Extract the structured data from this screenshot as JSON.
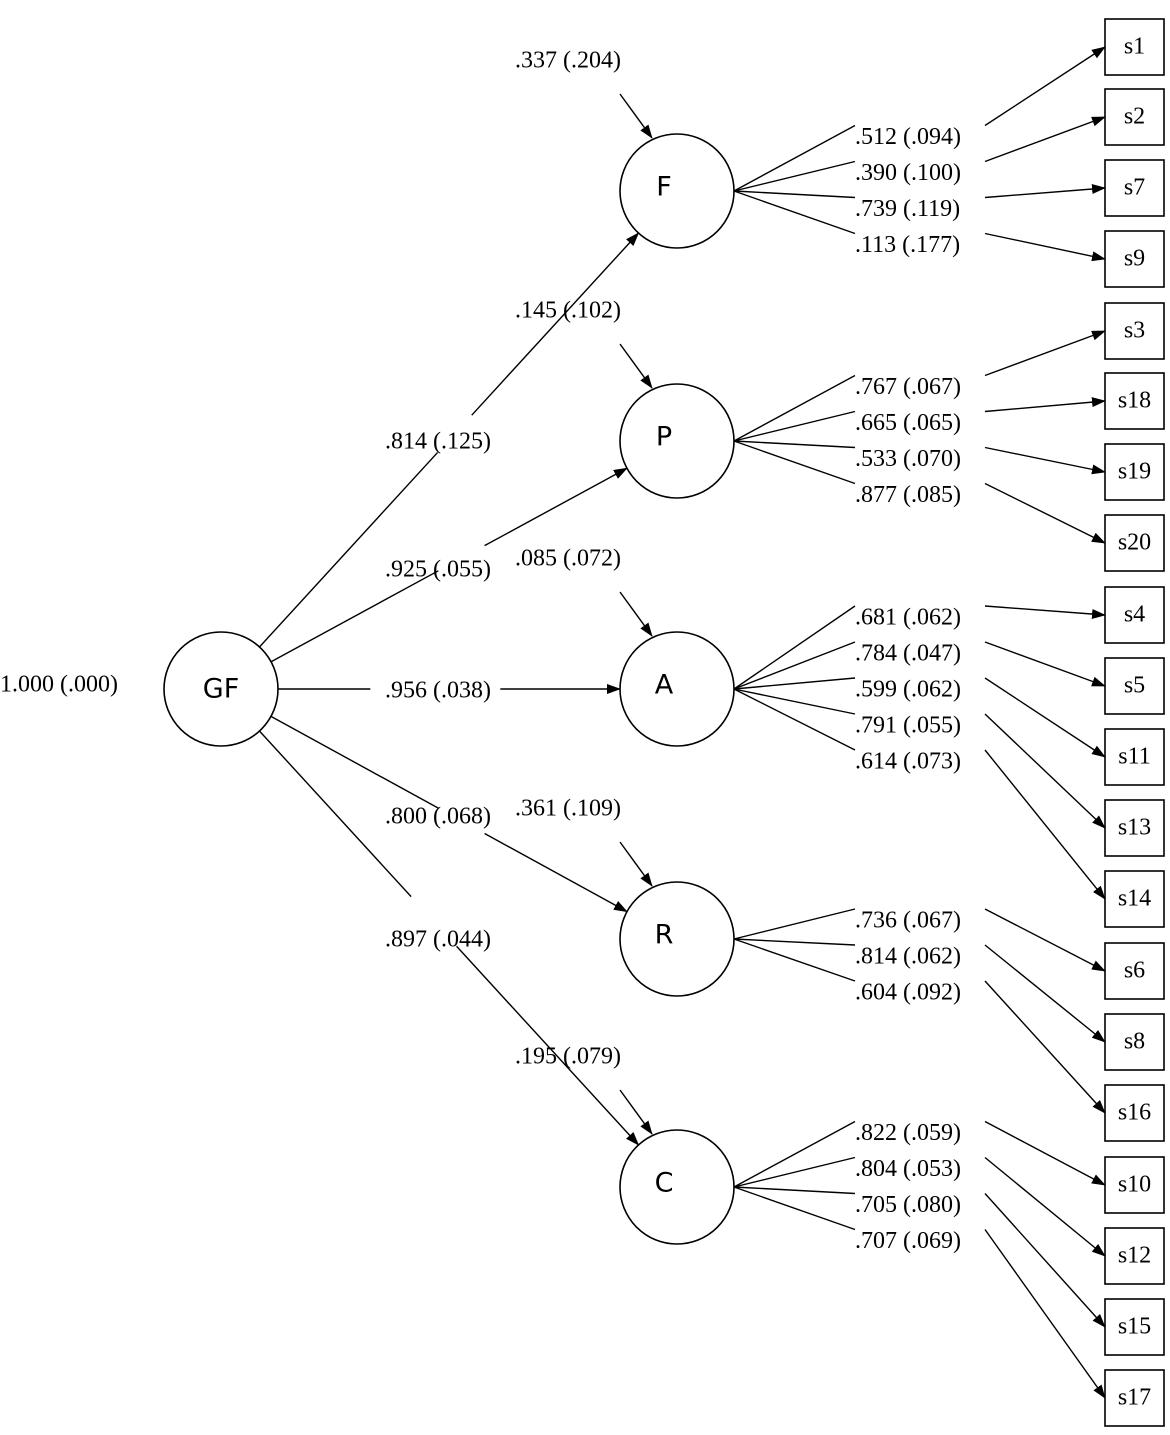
{
  "root": {
    "name": "GF",
    "label": "1.000 (.000)"
  },
  "factors": [
    {
      "name": "F",
      "residual": ".337 (.204)",
      "loading": ".814 (.125)",
      "indicators": [
        {
          "name": "s1",
          "label": ".512 (.094)"
        },
        {
          "name": "s2",
          "label": ".390 (.100)"
        },
        {
          "name": "s7",
          "label": ".739 (.119)"
        },
        {
          "name": "s9",
          "label": ".113 (.177)"
        }
      ]
    },
    {
      "name": "P",
      "residual": ".145 (.102)",
      "loading": ".925 (.055)",
      "indicators": [
        {
          "name": "s3",
          "label": ".767 (.067)"
        },
        {
          "name": "s18",
          "label": ".665 (.065)"
        },
        {
          "name": "s19",
          "label": ".533 (.070)"
        },
        {
          "name": "s20",
          "label": ".877 (.085)"
        }
      ]
    },
    {
      "name": "A",
      "residual": ".085 (.072)",
      "loading": ".956 (.038)",
      "indicators": [
        {
          "name": "s4",
          "label": ".681 (.062)"
        },
        {
          "name": "s5",
          "label": ".784 (.047)"
        },
        {
          "name": "s11",
          "label": ".599 (.062)"
        },
        {
          "name": "s13",
          "label": ".791 (.055)"
        },
        {
          "name": "s14",
          "label": ".614 (.073)"
        }
      ]
    },
    {
      "name": "R",
      "residual": ".361 (.109)",
      "loading": ".800 (.068)",
      "indicators": [
        {
          "name": "s6",
          "label": ".736 (.067)"
        },
        {
          "name": "s8",
          "label": ".814 (.062)"
        },
        {
          "name": "s16",
          "label": ".604 (.092)"
        }
      ]
    },
    {
      "name": "C",
      "residual": ".195 (.079)",
      "loading": ".897 (.044)",
      "indicators": [
        {
          "name": "s10",
          "label": ".822 (.059)"
        },
        {
          "name": "s12",
          "label": ".804 (.053)"
        },
        {
          "name": "s15",
          "label": ".705 (.080)"
        },
        {
          "name": "s17",
          "label": ".707 (.069)"
        }
      ]
    }
  ]
}
